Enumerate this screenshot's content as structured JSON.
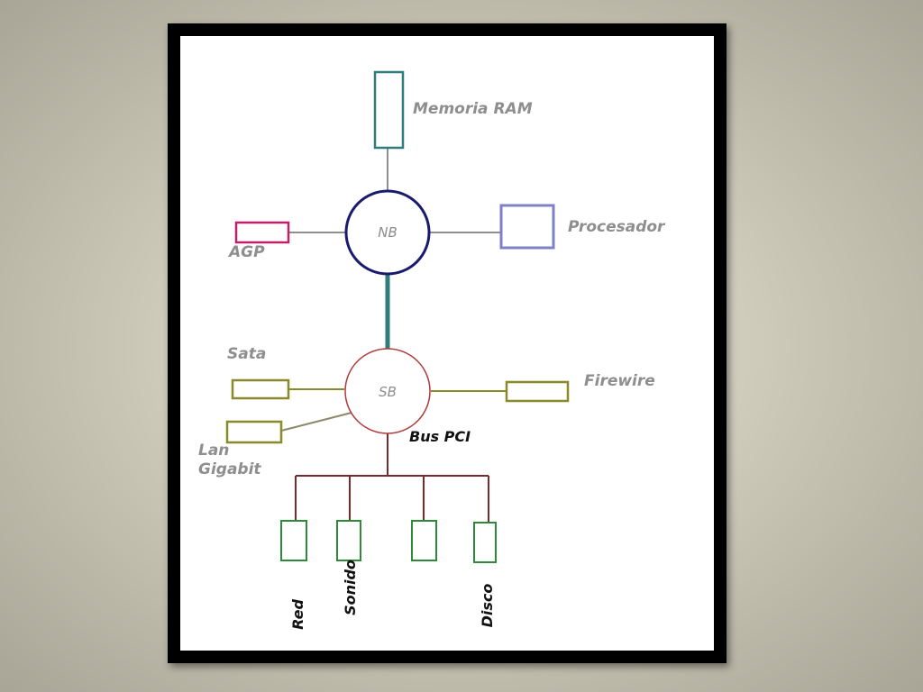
{
  "diagram": {
    "nodes": {
      "nb": "NB",
      "sb": "SB"
    },
    "labels": {
      "memoria_ram": "Memoria RAM",
      "procesador": "Procesador",
      "agp": "AGP",
      "sata": "Sata",
      "firewire": "Firewire",
      "lan_line1": "Lan",
      "lan_line2": "Gigabit",
      "bus_pci": "Bus PCI",
      "red": "Red",
      "sonido": "Sonido",
      "disco": "Disco"
    },
    "colors": {
      "ram_box": "#2e7d7a",
      "agp_box": "#c0206b",
      "cpu_box": "#8080c8",
      "nb_circle": "#1a1a6e",
      "sb_circle": "#b03a3a",
      "nb_sb_link": "#2e7d7a",
      "sb_periph_box": "#8a8a2a",
      "pci_link": "#7a2a2a",
      "pci_slot": "#2e8a3a",
      "connector": "#8e8e8e"
    }
  }
}
